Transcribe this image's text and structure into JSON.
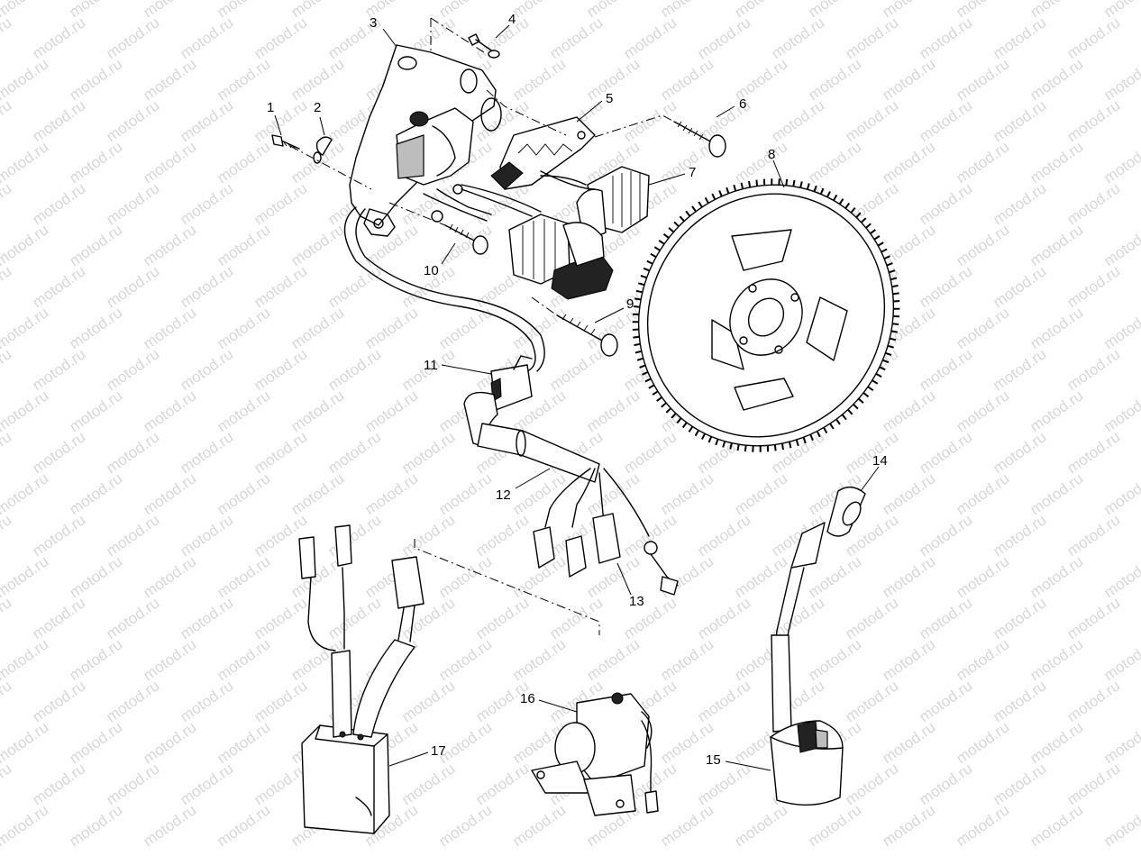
{
  "watermark": {
    "text": "motod.ru"
  },
  "callouts": [
    {
      "id": "1",
      "label": "1"
    },
    {
      "id": "2",
      "label": "2"
    },
    {
      "id": "3",
      "label": "3"
    },
    {
      "id": "4",
      "label": "4"
    },
    {
      "id": "5",
      "label": "5"
    },
    {
      "id": "6",
      "label": "6"
    },
    {
      "id": "7",
      "label": "7"
    },
    {
      "id": "8",
      "label": "8"
    },
    {
      "id": "9",
      "label": "9"
    },
    {
      "id": "10",
      "label": "10"
    },
    {
      "id": "11",
      "label": "11"
    },
    {
      "id": "12",
      "label": "12"
    },
    {
      "id": "13",
      "label": "13"
    },
    {
      "id": "14",
      "label": "14"
    },
    {
      "id": "15",
      "label": "15"
    },
    {
      "id": "16",
      "label": "16"
    },
    {
      "id": "17",
      "label": "17"
    }
  ]
}
